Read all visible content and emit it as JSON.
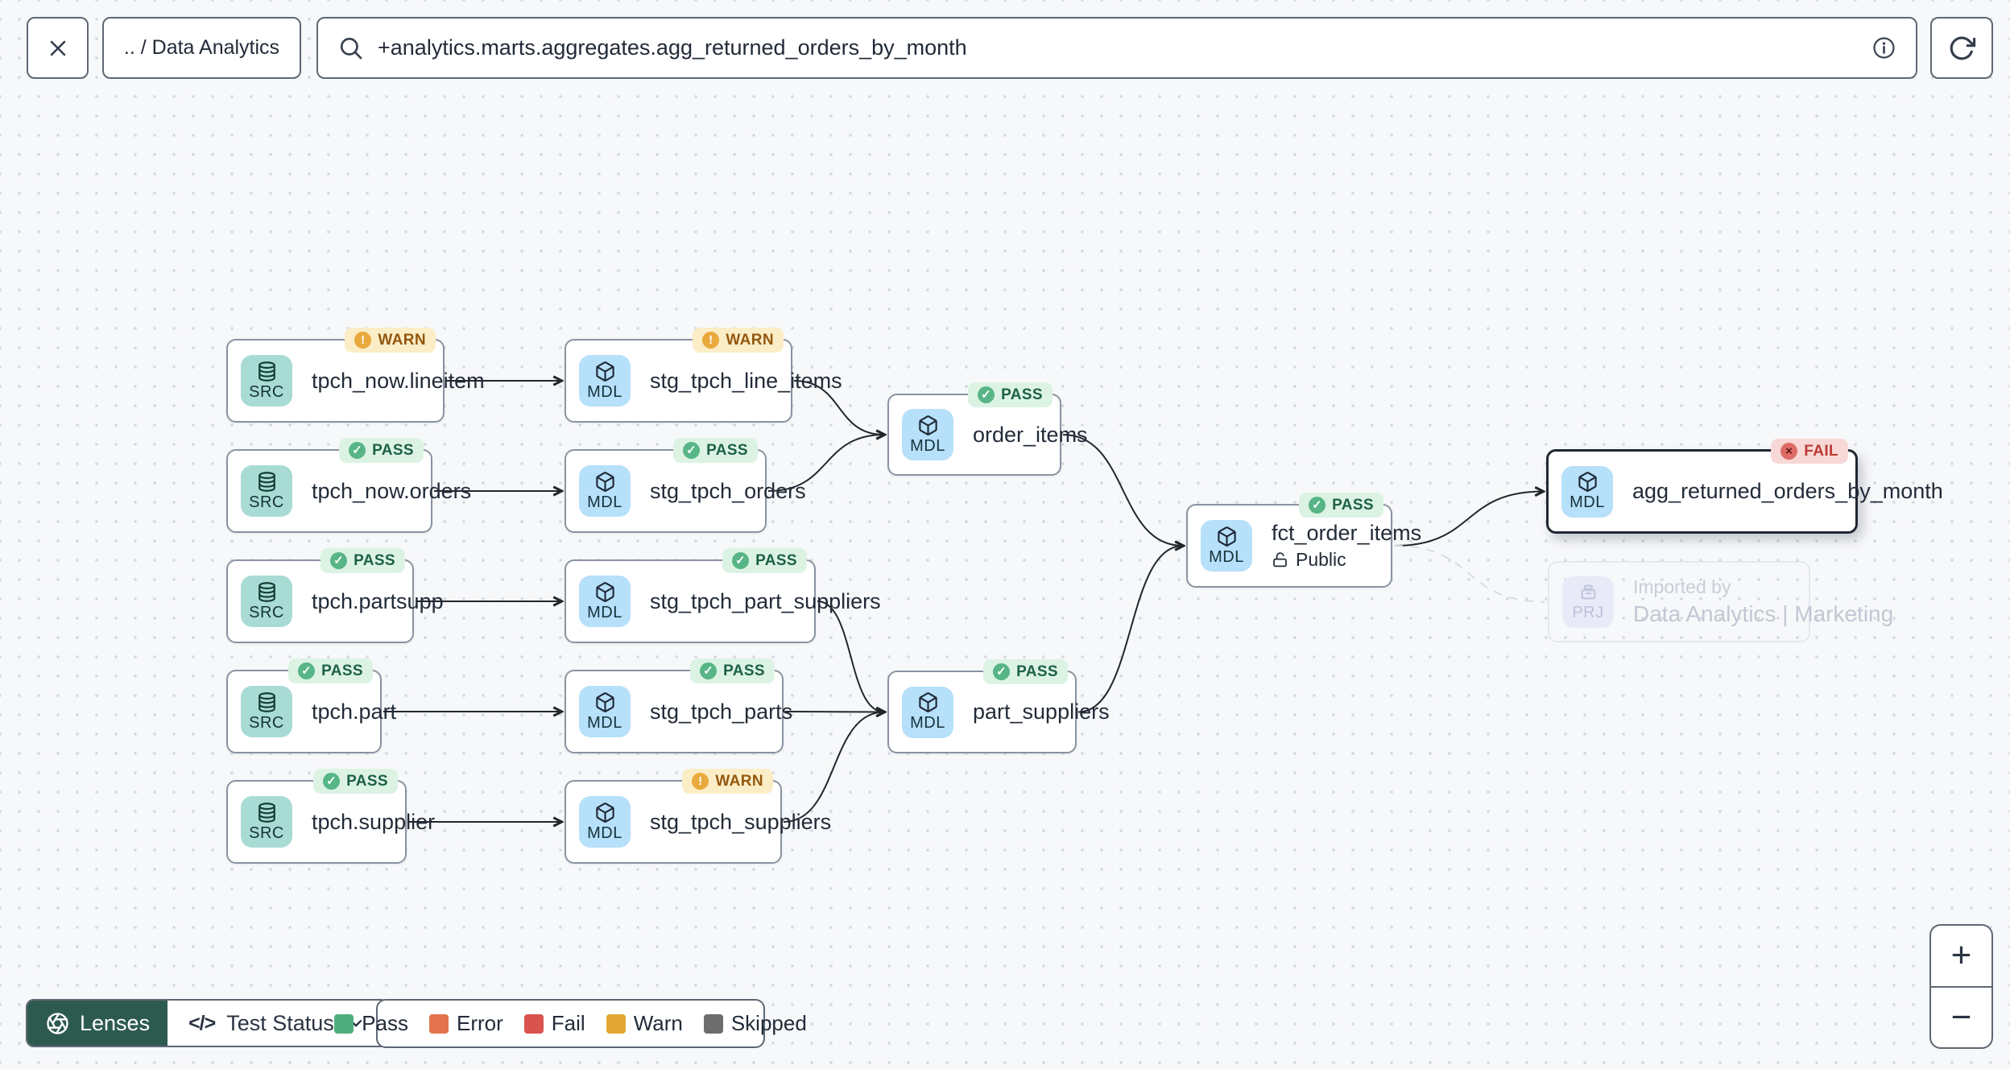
{
  "toolbar": {
    "breadcrumb": ".. / Data Analytics",
    "search_value": "+analytics.marts.aggregates.agg_returned_orders_by_month"
  },
  "controls": {
    "lenses_label": "Lenses",
    "lens_selector_label": "Test Status",
    "zoom_in": "+",
    "zoom_out": "−"
  },
  "legend": [
    {
      "label": "Pass",
      "color": "#4FAE7F"
    },
    {
      "label": "Error",
      "color": "#E2734D"
    },
    {
      "label": "Fail",
      "color": "#D9534F"
    },
    {
      "label": "Warn",
      "color": "#E2A732"
    },
    {
      "label": "Skipped",
      "color": "#6E6E6E"
    }
  ],
  "badge_styles": {
    "PASS": {
      "label": "PASS",
      "bg": "#DCF3E4",
      "dot": "#57B586",
      "text": "#1D6048",
      "glyph": "✓",
      "glyph_color": "#FFFFFF"
    },
    "WARN": {
      "label": "WARN",
      "bg": "#FBEDC6",
      "dot": "#E9A93C",
      "text": "#93570E",
      "glyph": "!",
      "glyph_color": "#FFFFFF"
    },
    "FAIL": {
      "label": "FAIL",
      "bg": "#F7D8D6",
      "dot": "#DE6B65",
      "text": "#BB3A36",
      "glyph": "×",
      "glyph_color": "#571715"
    }
  },
  "node_types": {
    "SRC": {
      "label": "SRC",
      "bg": "#A9DBD5",
      "icon": "database-icon",
      "icon_color": "#123B35"
    },
    "MDL": {
      "label": "MDL",
      "bg": "#B7E0FA",
      "icon": "cube-icon",
      "icon_color": "#1F2937"
    },
    "PRJ": {
      "label": "PRJ",
      "bg": "#E9EAF8",
      "icon": "project-icon",
      "icon_color": "#C2C6DE"
    }
  },
  "nodes": [
    {
      "id": "src_lineitem",
      "type": "SRC",
      "label": "tpch_now.lineitem",
      "badge": "WARN"
    },
    {
      "id": "src_orders",
      "type": "SRC",
      "label": "tpch_now.orders",
      "badge": "PASS"
    },
    {
      "id": "src_partsupp",
      "type": "SRC",
      "label": "tpch.partsupp",
      "badge": "PASS"
    },
    {
      "id": "src_part",
      "type": "SRC",
      "label": "tpch.part",
      "badge": "PASS"
    },
    {
      "id": "src_supplier",
      "type": "SRC",
      "label": "tpch.supplier",
      "badge": "PASS"
    },
    {
      "id": "stg_line_items",
      "type": "MDL",
      "label": "stg_tpch_line_items",
      "badge": "WARN"
    },
    {
      "id": "stg_orders",
      "type": "MDL",
      "label": "stg_tpch_orders",
      "badge": "PASS"
    },
    {
      "id": "stg_part_suppliers",
      "type": "MDL",
      "label": "stg_tpch_part_suppliers",
      "badge": "PASS"
    },
    {
      "id": "stg_parts",
      "type": "MDL",
      "label": "stg_tpch_parts",
      "badge": "PASS"
    },
    {
      "id": "stg_suppliers",
      "type": "MDL",
      "label": "stg_tpch_suppliers",
      "badge": "WARN"
    },
    {
      "id": "order_items",
      "type": "MDL",
      "label": "order_items",
      "badge": "PASS"
    },
    {
      "id": "part_suppliers",
      "type": "MDL",
      "label": "part_suppliers",
      "badge": "PASS"
    },
    {
      "id": "fct_order_items",
      "type": "MDL",
      "label": "fct_order_items",
      "badge": "PASS",
      "access": "Public"
    },
    {
      "id": "agg_returned_orders_by_month",
      "type": "MDL",
      "label": "agg_returned_orders_by_month",
      "badge": "FAIL",
      "selected": true
    },
    {
      "id": "prj_import",
      "type": "PRJ",
      "label": "Data Analytics | Marketing",
      "toplabel": "Imported by",
      "ghost": true
    }
  ],
  "edges": [
    {
      "from": "src_lineitem",
      "to": "stg_line_items"
    },
    {
      "from": "src_orders",
      "to": "stg_orders"
    },
    {
      "from": "src_partsupp",
      "to": "stg_part_suppliers"
    },
    {
      "from": "src_part",
      "to": "stg_parts"
    },
    {
      "from": "src_supplier",
      "to": "stg_suppliers"
    },
    {
      "from": "stg_line_items",
      "to": "order_items"
    },
    {
      "from": "stg_orders",
      "to": "order_items"
    },
    {
      "from": "stg_part_suppliers",
      "to": "part_suppliers"
    },
    {
      "from": "stg_parts",
      "to": "part_suppliers"
    },
    {
      "from": "stg_suppliers",
      "to": "part_suppliers"
    },
    {
      "from": "order_items",
      "to": "fct_order_items"
    },
    {
      "from": "part_suppliers",
      "to": "fct_order_items"
    },
    {
      "from": "fct_order_items",
      "to": "agg_returned_orders_by_month"
    },
    {
      "from": "fct_order_items",
      "to": "prj_import",
      "style": "dashed"
    }
  ]
}
